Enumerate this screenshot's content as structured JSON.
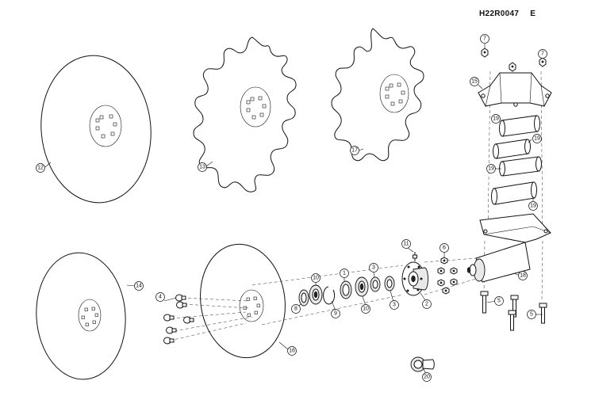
{
  "header": {
    "code": "H22R0047",
    "variant": "E"
  },
  "callouts": {
    "c12": "12",
    "c13": "13",
    "c17": "17",
    "c7a": "7",
    "c7b": "7",
    "c15": "15",
    "c19a": "19",
    "c19b": "19",
    "c19c": "19",
    "c19d": "19",
    "c14": "14",
    "c16": "16",
    "c4": "4",
    "c8": "8",
    "c10a": "10",
    "c9": "9",
    "c1": "1",
    "c10b": "10",
    "c3a": "3",
    "c3b": "3",
    "c11": "11",
    "c6": "6",
    "c2": "2",
    "c18": "18",
    "c5a": "5",
    "c5b": "5",
    "c20": "20"
  }
}
